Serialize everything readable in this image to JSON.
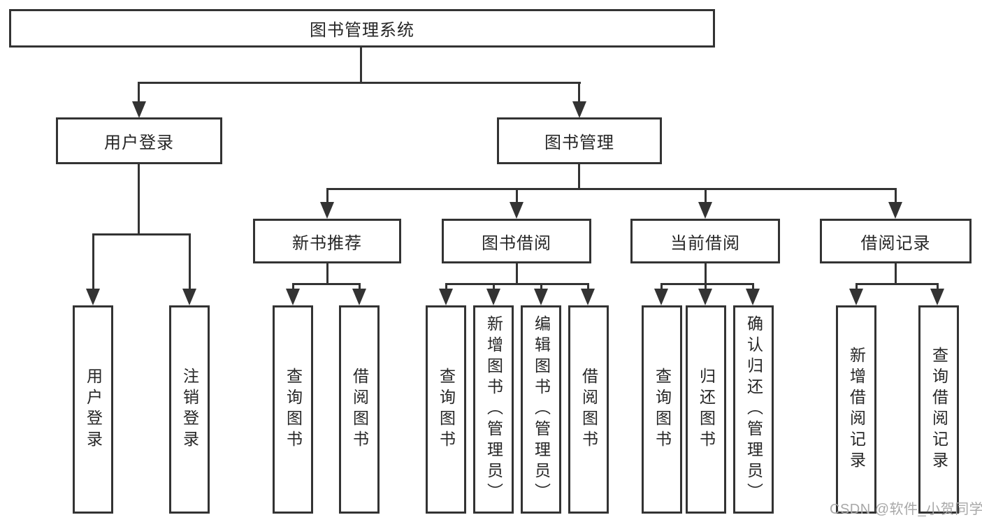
{
  "tree": {
    "root": {
      "label": "图书管理系统",
      "children": [
        {
          "label": "用户登录",
          "children": [
            {
              "label": "用户登录"
            },
            {
              "label": "注销登录"
            }
          ]
        },
        {
          "label": "图书管理",
          "children": [
            {
              "label": "新书推荐",
              "children": [
                {
                  "label": "查询图书"
                },
                {
                  "label": "借阅图书"
                }
              ]
            },
            {
              "label": "图书借阅",
              "children": [
                {
                  "label": "查询图书"
                },
                {
                  "label": "新增图书（管理员）"
                },
                {
                  "label": "编辑图书（管理员）"
                },
                {
                  "label": "借阅图书"
                }
              ]
            },
            {
              "label": "当前借阅",
              "children": [
                {
                  "label": "查询图书"
                },
                {
                  "label": "归还图书"
                },
                {
                  "label": "确认归还（管理员）"
                }
              ]
            },
            {
              "label": "借阅记录",
              "children": [
                {
                  "label": "新增借阅记录"
                },
                {
                  "label": "查询借阅记录"
                }
              ]
            }
          ]
        }
      ]
    }
  },
  "watermark": {
    "text": "CSDN @软件_小贺同学"
  },
  "colors": {
    "line": "#333333",
    "text": "#262626",
    "watermark": "#a8a8a8"
  }
}
